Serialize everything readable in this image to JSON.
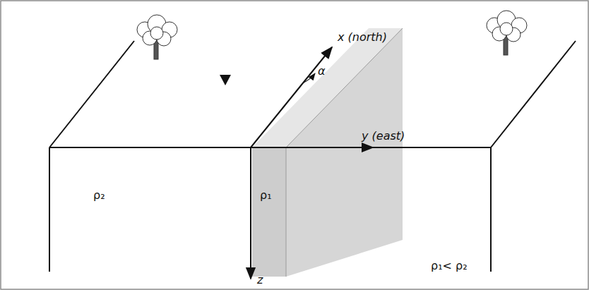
{
  "diagram": {
    "labels": [
      "x (north)",
      "α",
      "y (east)",
      "ρ₂",
      "ρ₁",
      "z",
      "ρ₁< ρ₂"
    ]
  }
}
